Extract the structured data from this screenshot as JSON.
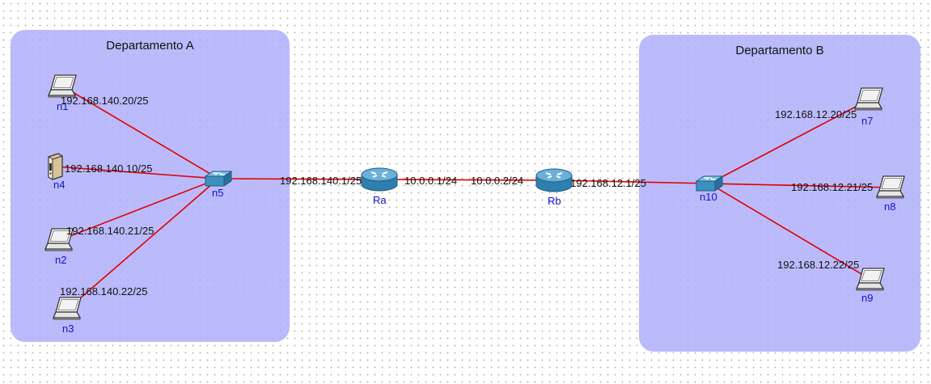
{
  "departments": {
    "a": {
      "title": "Departamento A"
    },
    "b": {
      "title": "Departamento B"
    }
  },
  "colors": {
    "department_fill": "#b4b4fa",
    "link": "#e00000",
    "node_label": "#1212c8"
  },
  "nodes": {
    "n1": {
      "label": "n1",
      "icon": "laptop-icon"
    },
    "n4": {
      "label": "n4",
      "icon": "server-icon"
    },
    "n2": {
      "label": "n2",
      "icon": "laptop-icon"
    },
    "n3": {
      "label": "n3",
      "icon": "laptop-icon"
    },
    "n5": {
      "label": "n5",
      "icon": "switch-icon"
    },
    "ra": {
      "label": "Ra",
      "icon": "router-icon"
    },
    "rb": {
      "label": "Rb",
      "icon": "router-icon"
    },
    "n10": {
      "label": "n10",
      "icon": "switch-icon"
    },
    "n7": {
      "label": "n7",
      "icon": "laptop-icon"
    },
    "n8": {
      "label": "n8",
      "icon": "laptop-icon"
    },
    "n9": {
      "label": "n9",
      "icon": "laptop-icon"
    }
  },
  "addresses": {
    "n1": "192.168.140.20/25",
    "n4": "192.168.140.10/25",
    "n2": "192.168.140.21/25",
    "n3": "192.168.140.22/25",
    "ra_lan": "192.168.140.1/25",
    "ra_wan": "10.0.0.1/24",
    "rb_wan": "10.0.0.2/24",
    "rb_lan": "192.168.12.1/25",
    "n7": "192.168.12.20/25",
    "n8": "192.168.12.21/25",
    "n9": "192.168.12.22/25"
  },
  "links": [
    [
      "n1",
      "n5"
    ],
    [
      "n4",
      "n5"
    ],
    [
      "n2",
      "n5"
    ],
    [
      "n3",
      "n5"
    ],
    [
      "n5",
      "ra"
    ],
    [
      "ra",
      "rb"
    ],
    [
      "rb",
      "n10"
    ],
    [
      "n10",
      "n7"
    ],
    [
      "n10",
      "n8"
    ],
    [
      "n10",
      "n9"
    ]
  ]
}
